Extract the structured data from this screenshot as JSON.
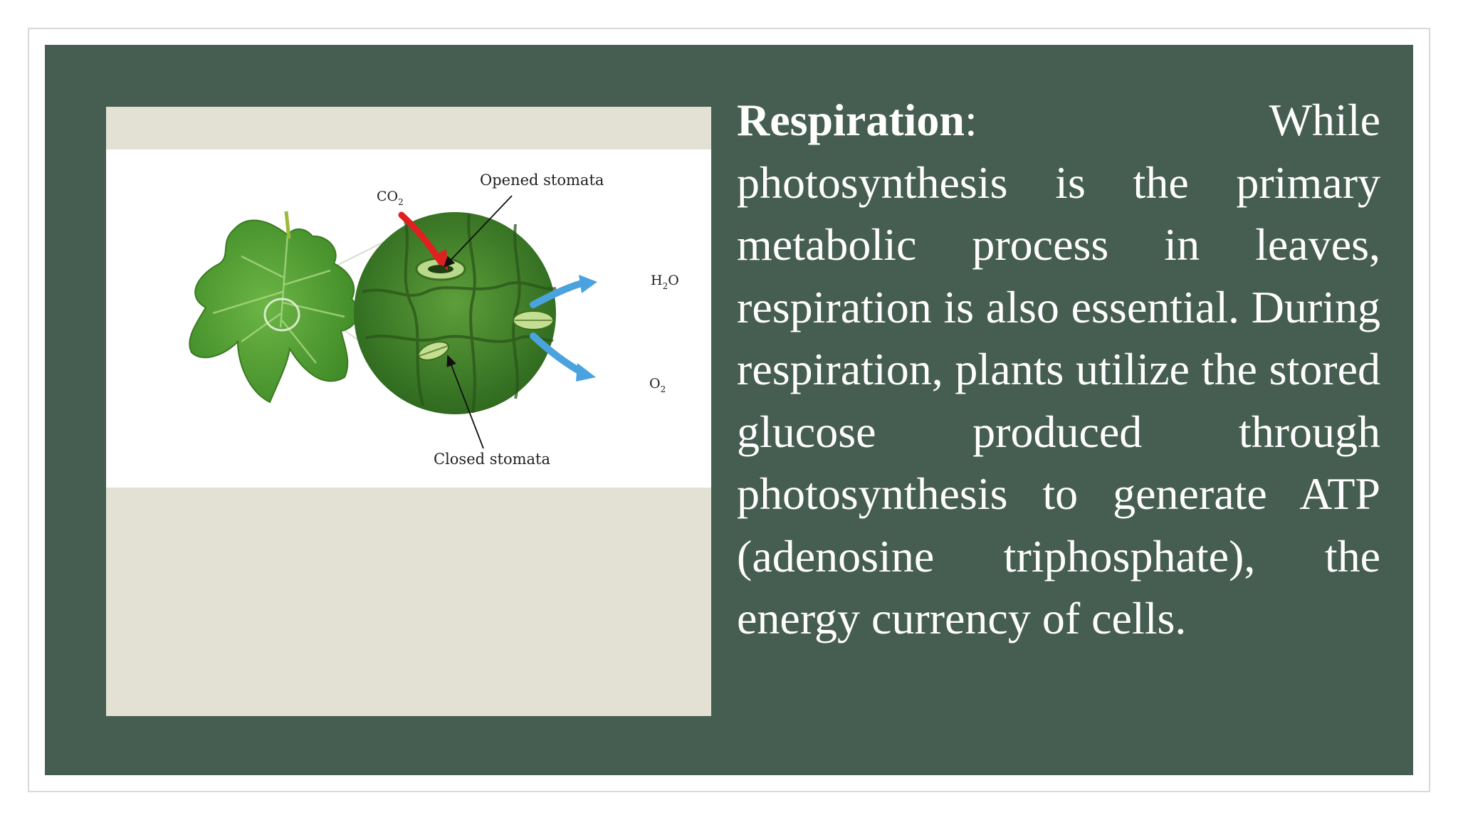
{
  "slide": {
    "background_color": "#465d51",
    "text_color": "#ffffff"
  },
  "figure": {
    "co2_label": "CO",
    "co2_sub": "2",
    "opened_label": "Opened stomata",
    "closed_label": "Closed stomata",
    "h2o_label_h": "H",
    "h2o_sub": "2",
    "h2o_label_o": "O",
    "o2_label": "O",
    "o2_sub": "2",
    "colors": {
      "leaf": "#4e9a32",
      "magnified_circle": "#3f7d2a",
      "co2_arrow": "#e02020",
      "gas_arrows": "#4aa3de"
    }
  },
  "body": {
    "term": "Respiration",
    "text": ": While photosynthesis is the primary metabolic process in leaves, respiration is also essential. During respiration, plants utilize the stored glucose produced through photosynthesis to generate ATP (adenosine triphosphate), the energy currency of cells."
  }
}
